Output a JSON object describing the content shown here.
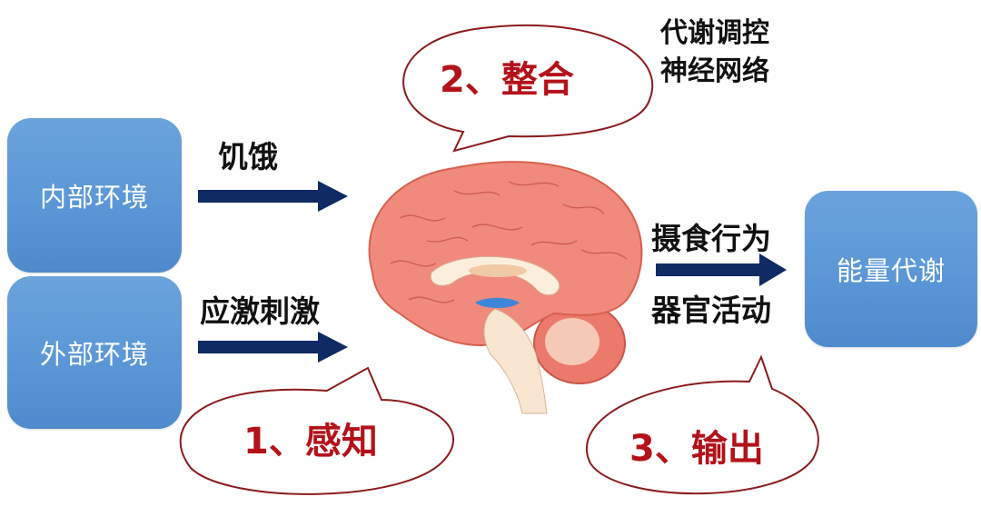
{
  "diagram": {
    "inputs": [
      {
        "label": "内部环境",
        "stimulus": "饥饿"
      },
      {
        "label": "外部环境",
        "stimulus": "应激刺激"
      }
    ],
    "center": {
      "image": "brain-sagittal-illustration",
      "annotation_lines": [
        "代谢调控",
        "神经网络"
      ]
    },
    "output": {
      "label": "能量代谢",
      "arrow_labels": [
        "摄食行为",
        "器官活动"
      ]
    },
    "stages": [
      {
        "label": "1、感知"
      },
      {
        "label": "2、整合"
      },
      {
        "label": "3、输出"
      }
    ],
    "colors": {
      "box_blue": "#5b97d6",
      "arrow_navy": "#102a63",
      "bubble_red": "#b4121a",
      "bubble_outline": "#8b1a1a",
      "brain_pink": "#f08a7c"
    }
  }
}
